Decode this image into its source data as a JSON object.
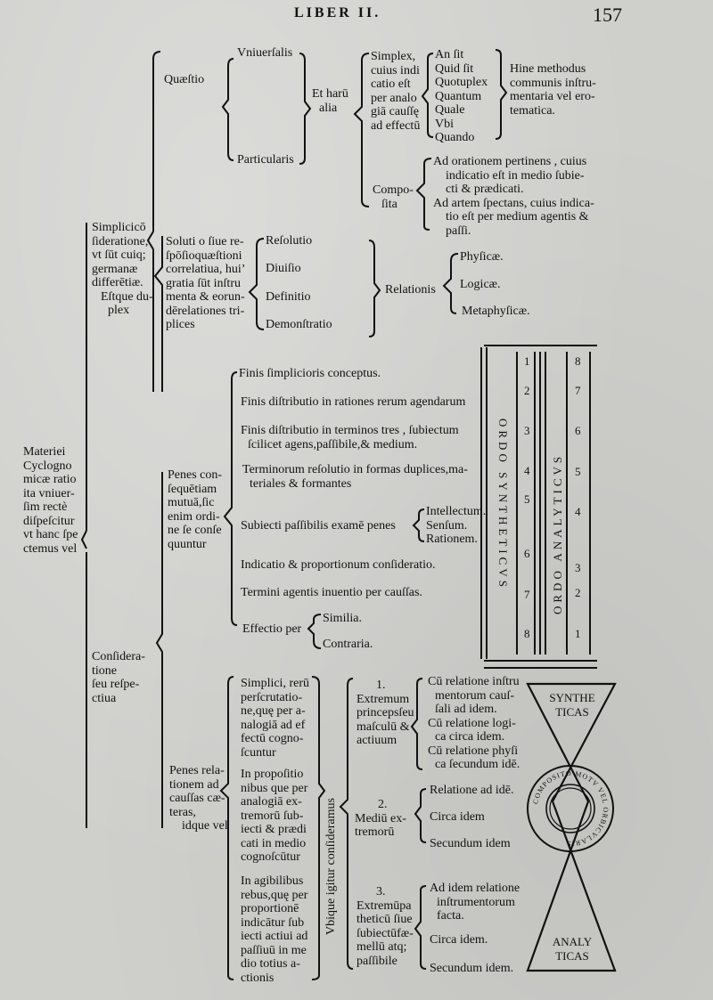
{
  "header": {
    "running_title": "LIBER II.",
    "page_number": "157"
  },
  "root": [
    "Materiei",
    "Cyclogno",
    "micæ ratio",
    "ita vniuer-",
    "ſim rectè",
    "diſpeſcitur",
    "vt hanc ſpe",
    "ctemus vel"
  ],
  "branch1": {
    "label": [
      "Simplicicō",
      "ſideratione,",
      "vt ſūt cuiq;",
      "germanæ",
      "differētiæ.",
      "Eſtque du-",
      "plex"
    ],
    "quaestio": {
      "label": "Quæſtio",
      "universalis": "Vniuerſalis",
      "particularis": "Particularis",
      "et_harum": [
        "Et harū",
        "alia"
      ],
      "simplex": [
        "Simplex,",
        "cuius indi",
        "catio eſt",
        "per analo",
        "giā cauſſę",
        "ad effectū"
      ],
      "questions": [
        "An ſit",
        "Quid ſit",
        "Quotuplex",
        "Quantum",
        "Quale",
        "Vbi",
        "Quando"
      ],
      "methodus": [
        "Hine methodus",
        "communis inſtru-",
        "mentaria vel ero-",
        "tematica."
      ],
      "composita": [
        "Compo-",
        "ſita"
      ],
      "composita_items": [
        [
          "Ad orationem pertinens , cuius",
          "indicatio eſt in medio ſubie-",
          "cti & prædicati."
        ],
        [
          "Ad artem ſpectans, cuius indica-",
          "tio eſt per medium agentis &",
          "paſſi."
        ]
      ]
    },
    "solutio": {
      "label": [
        "Soluti o ſiue re-",
        "ſpōſioquæſtioni",
        "correlatiua, hui’",
        "gratia ſūt inſtru",
        "menta & eorun-",
        "dērelationes tri-",
        "plices"
      ],
      "instruments": [
        "Reſolutio",
        "Diuiſio",
        "Definitio",
        "Demonſtratio"
      ],
      "relationis": "Relationis",
      "relation_types": [
        "Phyſicæ.",
        "Logicæ.",
        "Metaphyſicæ."
      ]
    }
  },
  "branch2": {
    "label": [
      "Conſidera-",
      "tione",
      "ſeu reſpe-",
      "ctiua"
    ],
    "penes_consequentiam": {
      "label": [
        "Penes con-",
        "ſequētiam",
        "mutuā,ſic",
        "enim ordi-",
        "ne ſe conſe",
        "quuntur"
      ],
      "steps": [
        [
          "Finis ſimplicioris conceptus."
        ],
        [
          "Finis diſtributio in rationes rerum agendarum"
        ],
        [
          "Finis diſtributio  in terminos tres , ſubiectum",
          "ſcilicet agens,paſſibile,& medium."
        ],
        [
          "Terminorum reſolutio in formas duplices,ma-",
          "teriales & formantes"
        ],
        [
          "Subiecti paſſibilis examē penes"
        ],
        [
          "Indicatio & proportionum conſideratio."
        ],
        [
          "Termini agentis inuentio per cauſſas."
        ],
        [
          "Effectio per"
        ]
      ],
      "examen_items": [
        "Intellectum.",
        "Senſum.",
        "Rationem."
      ],
      "effectio_items": [
        "Similia.",
        "Contraria."
      ]
    },
    "ordo": {
      "synthetic_label": "ORDO SYNTHETICVS",
      "analytic_label": "ORDO ANALYTICVS",
      "synthetic_numbers": [
        "1",
        "2",
        "3",
        "4",
        "5",
        "6",
        "7",
        "8"
      ],
      "analytic_numbers": [
        "8",
        "7",
        "6",
        "5",
        "4",
        "3",
        "2",
        "1"
      ]
    },
    "penes_relationem": {
      "label": [
        "Penes rela-",
        "tionem ad",
        "cauſſas cæ-",
        "teras,",
        "idque vel"
      ],
      "modes": [
        [
          "Simplici, rerū",
          "perſcrutatio-",
          "ne,quę per a-",
          "nalogiā ad ef",
          "fectū cogno-",
          "ſcuntur"
        ],
        [
          "In propoſitio",
          "nibus que per",
          "analogiā ex-",
          "tremorū ſub-",
          "iecti & prædi",
          "cati in medio",
          "cognoſcūtur"
        ],
        [
          "In agibilibus",
          "rebus,quę per",
          "proportionē",
          "indicātur ſub",
          "iecti actiui ad",
          "paſſiuū in me",
          "dio totius a-",
          "ctionis"
        ]
      ],
      "ubique": "Vbique igitur conſideramus",
      "extrema": [
        {
          "num": "1.",
          "label": [
            "Extremum",
            "princepsſeu",
            "maſculū  &",
            "actiuum"
          ],
          "items": [
            [
              "Cū relatione inſtru",
              "mentorum cauſ-",
              "ſali ad idem."
            ],
            [
              "Cū relatione logi-",
              "ca circa idem."
            ],
            [
              "Cū relatione phyſi",
              "ca ſecundum idē."
            ]
          ]
        },
        {
          "num": "2.",
          "label": [
            "Mediū  ex-",
            "tremorū"
          ],
          "items": [
            [
              "Relatione ad idē."
            ],
            [
              "Circa idem"
            ],
            [
              "Secundum idem"
            ]
          ]
        },
        {
          "num": "3.",
          "label": [
            "Extremūpa",
            "theticū ſiue",
            "ſubiectūfæ-",
            "mellū  atq;",
            "paſſibile"
          ],
          "items": [
            [
              "Ad idem relatione",
              "inſtrumentorum",
              "facta."
            ],
            [
              "Circa idem."
            ],
            [
              "Secundum idem."
            ]
          ]
        }
      ]
    },
    "hourglass": {
      "top": [
        "SYNTHE",
        "TICAS"
      ],
      "bottom": [
        "ANALY",
        "TICAS"
      ],
      "ring": "COMPOSITO MOTV VEL ORBICVLARIS"
    }
  }
}
